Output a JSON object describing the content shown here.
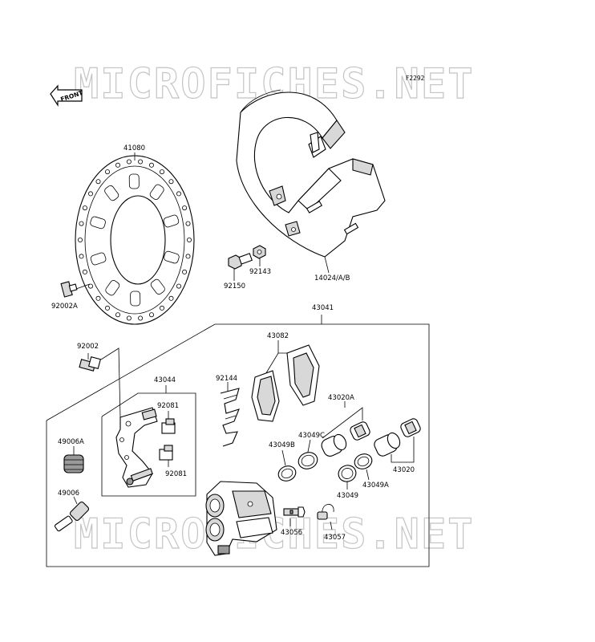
{
  "figure_code": "F2292",
  "front_label": "FRONT",
  "watermarks": [
    "MICROFICHES.NET",
    "MICROFICHES.NET"
  ],
  "parts": {
    "disc": "41080",
    "disc_bolt": "92002A",
    "guard": "14024/A/B",
    "guard_bolt": "92150",
    "guard_nut": "92143",
    "caliper_assy": "43041",
    "caliper_bolt": "92002",
    "bracket": "43044",
    "bracket_pin_top": "92081",
    "bracket_pin_bottom": "92081",
    "pads": "43082",
    "spring": "92144",
    "piston_a": "43020A",
    "seal_c": "43049C",
    "seal_b": "43049B",
    "seal": "43049",
    "seal_a": "43049A",
    "piston": "43020",
    "boot_a": "49006A",
    "boot": "49006",
    "bleeder": "43056",
    "cap": "43057"
  }
}
